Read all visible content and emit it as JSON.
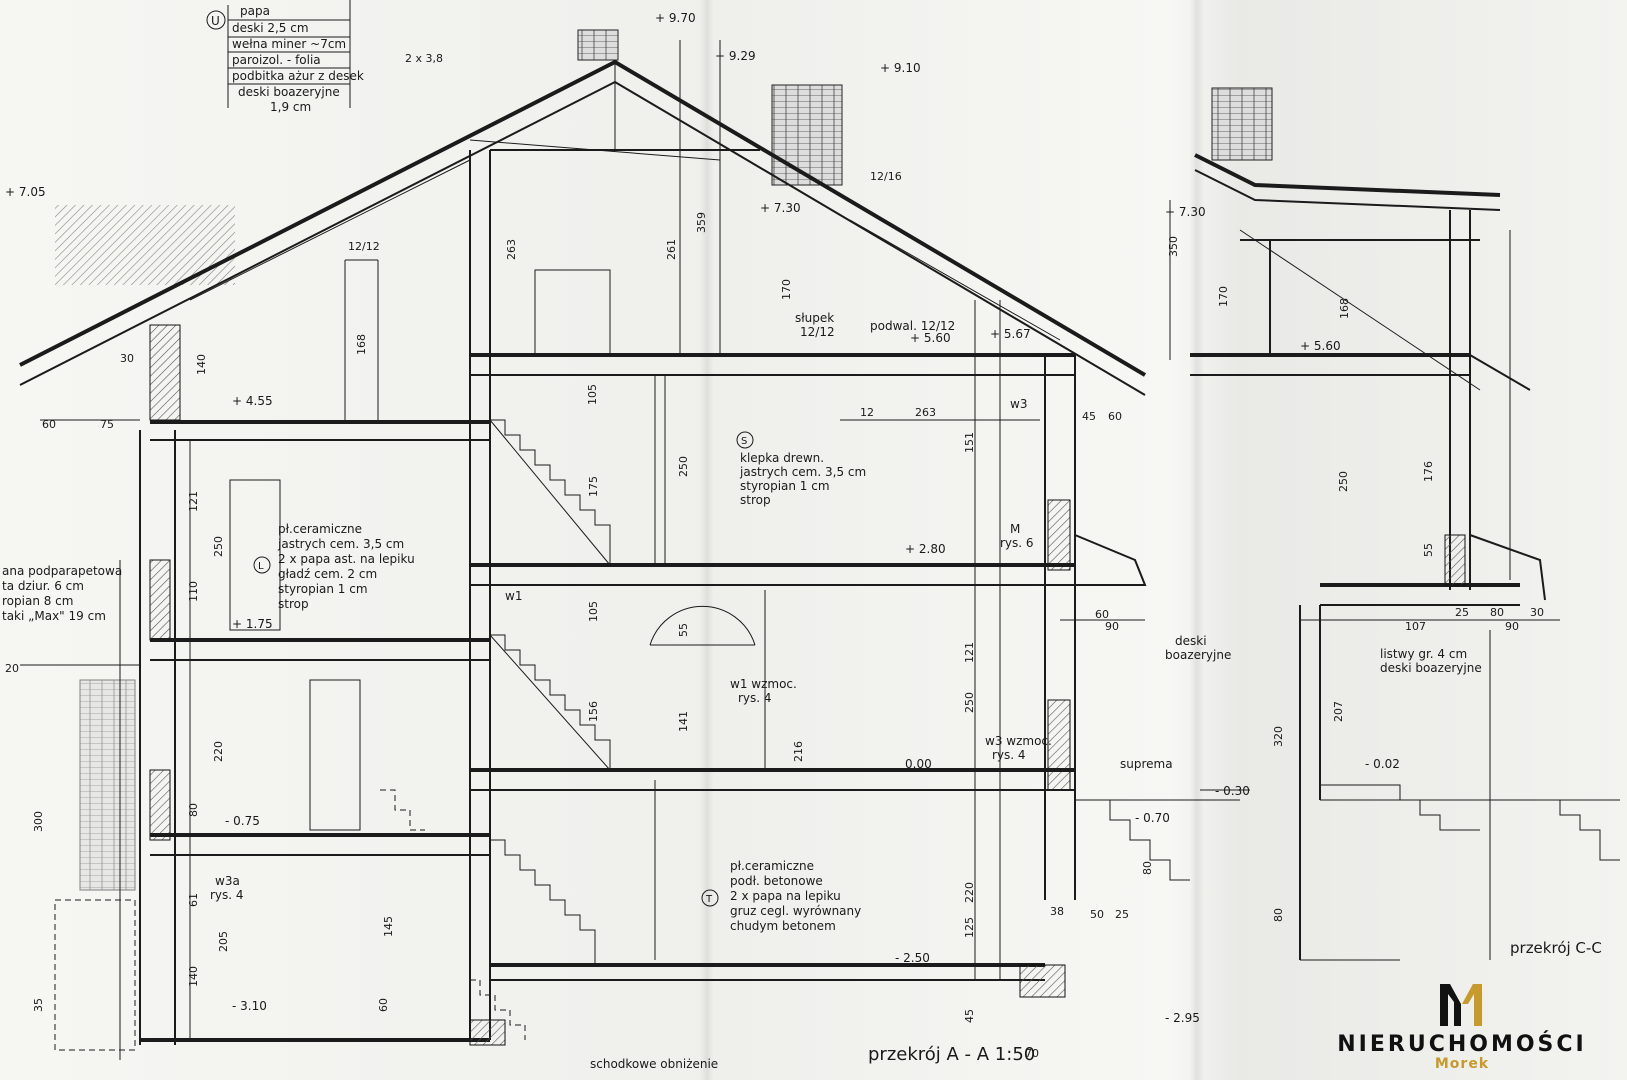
{
  "layer_legend": [
    "papa",
    "deski 2,5 cm",
    "wełna miner ~7cm",
    "paroizol. - folia",
    "podbitka ażur z desek",
    "deski boazeryjne",
    "1,9 cm"
  ],
  "legend_mark": "U",
  "elevations": {
    "ridge_970": "+ 9.70",
    "ridge_929": "+ 9.29",
    "ridge_910": "+ 9.10",
    "left_705": "+ 7.05",
    "mid_730": "+ 7.30",
    "right_730": "+ 7.30",
    "left_455": "+ 4.55",
    "mid_560": "+ 5.60",
    "mid_567": "+ 5.67",
    "right_560": "+ 5.60",
    "mid_280": "+ 2.80",
    "left_175": "+ 1.75",
    "ground_000": "0.00",
    "left_075": "- 0.75",
    "right_030": "- 0.30",
    "right_070": "- 0.70",
    "cc_002": "- 0.02",
    "basement_250": "- 2.50",
    "right_295": "- 2.95",
    "left_310": "- 3.10"
  },
  "dims": [
    "2 x 3,8",
    "12/12",
    "12/16",
    "263",
    "261",
    "359",
    "170",
    "12/12",
    "168",
    "140",
    "30",
    "60",
    "75",
    "105",
    "175",
    "250",
    "151",
    "263",
    "12",
    "60",
    "45",
    "121",
    "250",
    "110",
    "105",
    "55",
    "156",
    "141",
    "216",
    "250",
    "121",
    "220",
    "80",
    "61",
    "145",
    "205",
    "140",
    "220",
    "125",
    "60",
    "35",
    "45",
    "70",
    "90",
    "60",
    "38",
    "50",
    "25",
    "80",
    "300",
    "20",
    "350",
    "170",
    "168",
    "250",
    "176",
    "55",
    "207",
    "320",
    "80",
    "107",
    "25",
    "80",
    "90",
    "30"
  ],
  "notes": {
    "S_block": [
      "klepka drewn.",
      "jastrych cem. 3,5 cm",
      "styropian 1 cm",
      "strop"
    ],
    "S_mark": "S",
    "L_block": [
      "pł.ceramiczne",
      "jastrych cem. 3,5 cm",
      "2 x papa ast. na lepiku",
      "gładź cem. 2 cm",
      "styropian 1 cm",
      "strop"
    ],
    "L_mark": "L",
    "T_block": [
      "pł.ceramiczne",
      "podł. betonowe",
      "2 x papa na lepiku",
      "gruz cegl. wyrównany",
      "chudym betonem"
    ],
    "T_mark": "T",
    "left_block": [
      "ana podparapetowa",
      "ta dziur. 6 cm",
      "ropian 8 cm",
      "taki „Max\" 19 cm"
    ],
    "slupek": [
      "słupek",
      "12/12"
    ],
    "podwal": "podwal. 12/12",
    "M_rys": [
      "M",
      "rys. 6"
    ],
    "w1_wzmoc": [
      "w1 wzmoc.",
      "rys. 4"
    ],
    "w3_wzmoc": [
      "w3 wzmoc.",
      "rys. 4"
    ],
    "w3a": [
      "w3a",
      "rys. 4"
    ],
    "w3": "w3",
    "w1": "w1",
    "deski_boaz": [
      "deski",
      "boazeryjne"
    ],
    "suprema": "suprema",
    "listwy": [
      "listwy gr. 4 cm",
      "deski boazeryjne"
    ],
    "schodkowe": "schodkowe obniżenie"
  },
  "titles": {
    "section_aa": "przekrój  A - A   1:50",
    "section_cc": "przekrój C-C"
  },
  "logo": {
    "name": "NIERUCHOMOŚCI",
    "sub": "Morek",
    "accent_color": "#c79a2b"
  }
}
